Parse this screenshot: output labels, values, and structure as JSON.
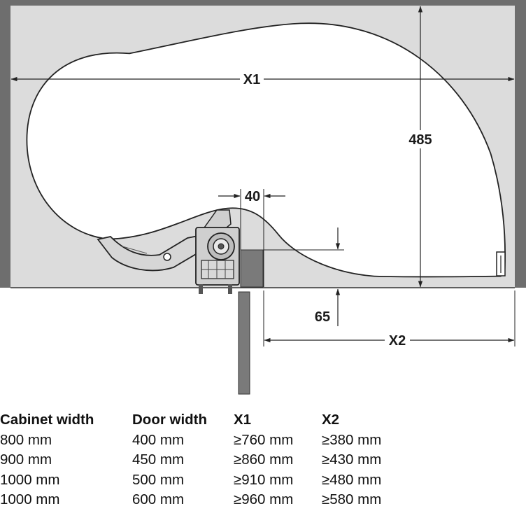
{
  "dimensions": {
    "x1": "X1",
    "depth": "485",
    "gap": "40",
    "offset": "65",
    "x2": "X2"
  },
  "colors": {
    "cabinet_fill": "#dcdcdc",
    "cabinet_wall": "#6e6e6e",
    "outline": "#222222",
    "door": "#7a7a7a"
  },
  "table": {
    "headers": [
      "Cabinet width",
      "Door width",
      "X1",
      "X2"
    ],
    "rows": [
      [
        "800 mm",
        "400 mm",
        "≥760 mm",
        "≥380 mm"
      ],
      [
        "900 mm",
        "450 mm",
        "≥860 mm",
        "≥430 mm"
      ],
      [
        "1000 mm",
        "500 mm",
        "≥910 mm",
        "≥480 mm"
      ],
      [
        "1000 mm",
        "600 mm",
        "≥960 mm",
        "≥580 mm"
      ]
    ]
  }
}
